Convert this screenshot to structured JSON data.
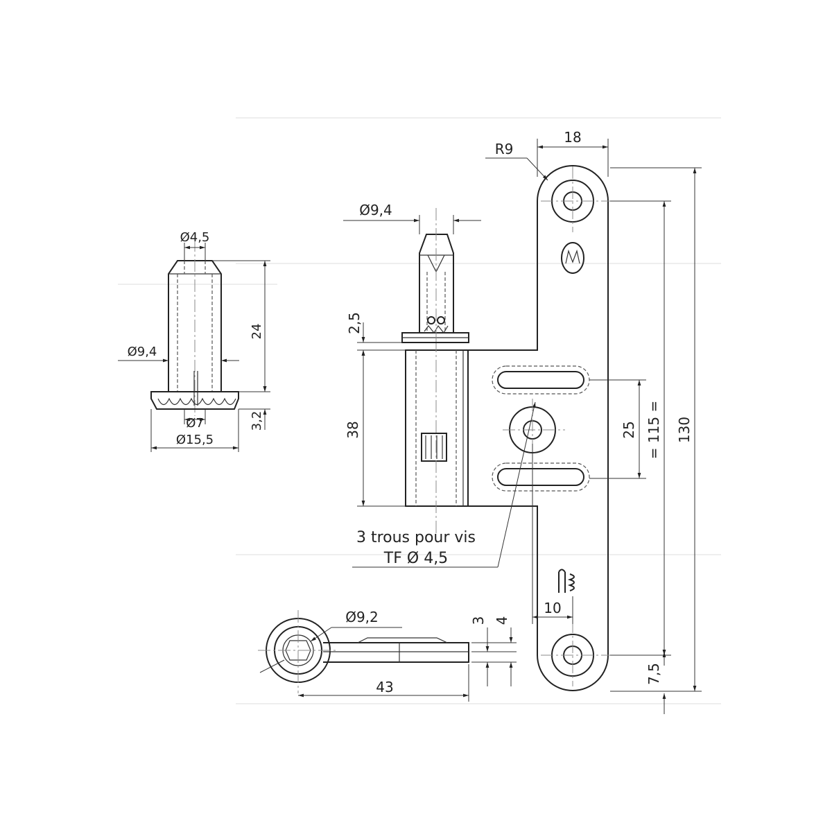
{
  "dimensions": {
    "r9": "R9",
    "w18": "18",
    "d94_pin": "Ø9,4",
    "d25_washer": "2,5",
    "h38": "38",
    "slot25": "25",
    "spacing115": "= 115 =",
    "h130": "130",
    "off10": "10",
    "edge75": "7,5",
    "d92": "Ø9,2",
    "t3": "3",
    "t4": "4",
    "len43": "43",
    "d45_top": "Ø4,5",
    "h24": "24",
    "d94_side": "Ø9,4",
    "d7": "Ø7",
    "d155": "Ø15,5",
    "h32": "3,2"
  },
  "notes": {
    "holes_line1": "3 trous pour vis",
    "holes_line2": "TF Ø 4,5"
  },
  "colors": {
    "line": "#222222",
    "background": "#ffffff"
  }
}
